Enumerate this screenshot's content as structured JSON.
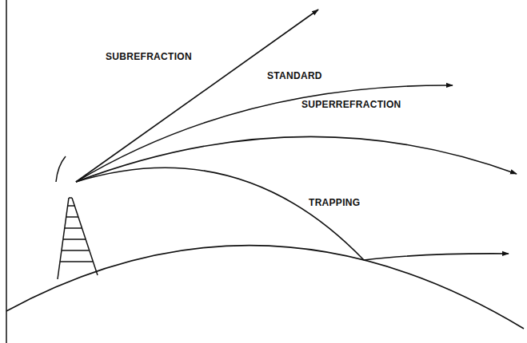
{
  "diagram": {
    "labels": [
      "SUBREFRACTION",
      "STANDARD",
      "SUPERREFRACTION",
      "TRAPPING"
    ]
  }
}
